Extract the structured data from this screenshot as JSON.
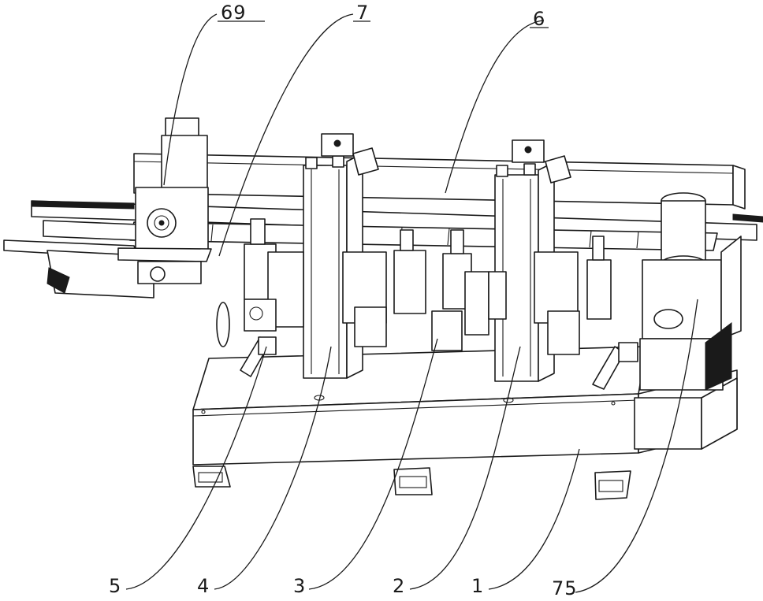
{
  "callouts": [
    {
      "id": "c69",
      "label": "69"
    },
    {
      "id": "c7",
      "label": "7"
    },
    {
      "id": "c6",
      "label": "6"
    },
    {
      "id": "c5",
      "label": "5"
    },
    {
      "id": "c4",
      "label": "4"
    },
    {
      "id": "c3",
      "label": "3"
    },
    {
      "id": "c2",
      "label": "2"
    },
    {
      "id": "c1",
      "label": "1"
    },
    {
      "id": "c75",
      "label": "75"
    }
  ]
}
